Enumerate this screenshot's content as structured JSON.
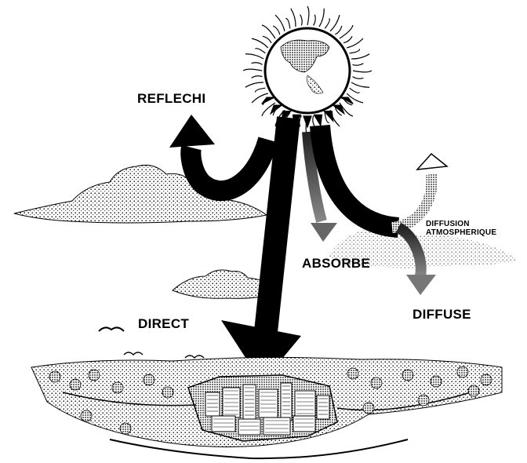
{
  "labels": {
    "reflechi": "REFLECHI",
    "absorbe": "ABSORBE",
    "diffusion_line1": "DIFFUSION",
    "diffusion_line2": "ATMOSPHERIQUE",
    "diffuse": "DIFFUSE",
    "direct": "DIRECT"
  },
  "icons": {
    "sun": "sun-icon",
    "cloud": "cloud-icon",
    "city": "city-icon",
    "bird": "bird-icon"
  },
  "colors": {
    "ink": "#000000",
    "paper": "#ffffff"
  }
}
